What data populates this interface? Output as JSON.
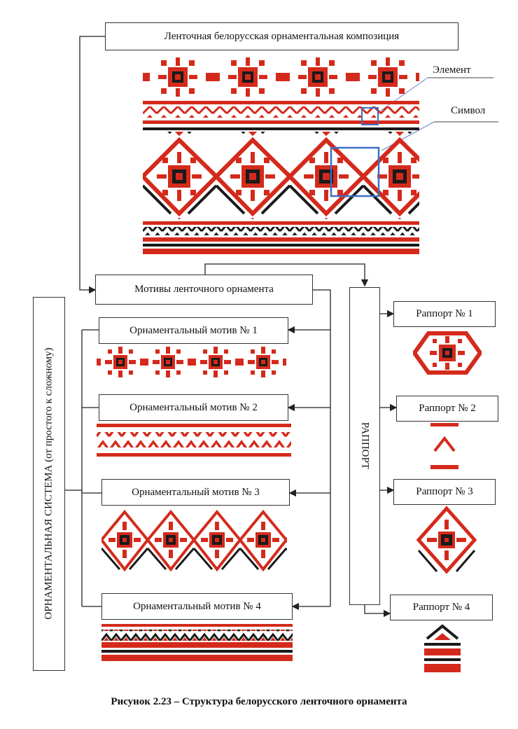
{
  "title_box": "Ленточная белорусская орнаментальная композиция",
  "labels": {
    "element": "Элемент",
    "symbol": "Символ"
  },
  "motives_box": "Мотивы ленточного орнамента",
  "system_box": "ОРНАМЕНТАЛЬНАЯ СИСТЕМА (от простого к сложному)",
  "rapport_box": "РАППОРТ",
  "motifs": [
    "Орнаментальный мотив № 1",
    "Орнаментальный мотив № 2",
    "Орнаментальный мотив № 3",
    "Орнаментальный мотив № 4"
  ],
  "rapports": [
    "Раппорт № 1",
    "Раппорт № 2",
    "Раппорт № 3",
    "Раппорт № 4"
  ],
  "caption": "Рисунок 2.23 – Структура белорусского ленточного орнамента",
  "colors": {
    "red": "#d42a1c",
    "black": "#1a1a1a",
    "line": "#333333",
    "highlight": "#3a6fc4"
  }
}
